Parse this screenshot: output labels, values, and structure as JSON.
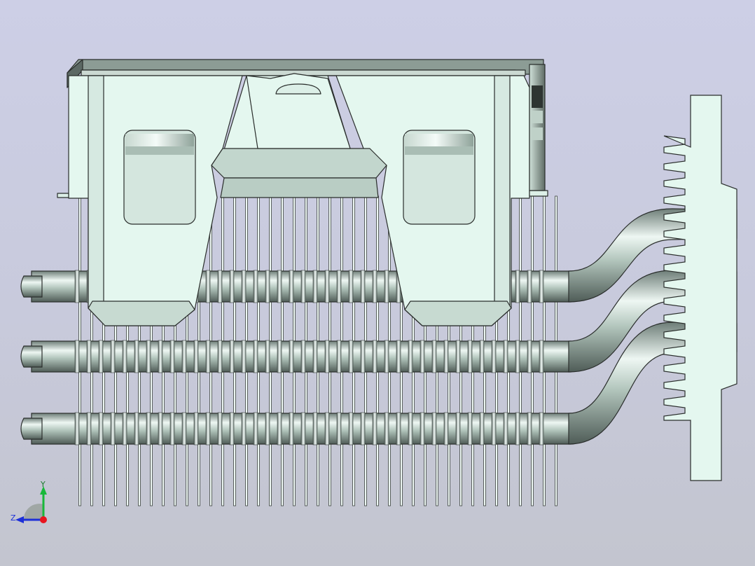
{
  "viewport": {
    "background_top": "#cdcfe6",
    "background_bottom": "#c3c5cf"
  },
  "model": {
    "description": "",
    "fill_color": "#e4f7ef",
    "edge_color": "#2a2e2c",
    "metal_color": "#a9bcb3",
    "fin_count": 41,
    "heat_pipe_count": 3
  },
  "triad": {
    "y_label": "Y",
    "z_label": "Z",
    "y_color": "#18b83a",
    "z_color": "#1c2fd8",
    "x_color": "#e8141e"
  }
}
